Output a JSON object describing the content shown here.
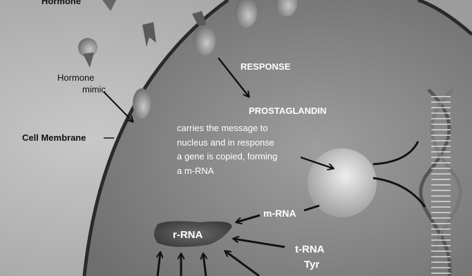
{
  "labels": {
    "hormone": "Hormone",
    "hormone_mimic_line1": "Hormone",
    "hormone_mimic_line2": "mimic",
    "cell_membrane": "Cell Membrane",
    "response": "RESPONSE",
    "prostaglandin": "PROSTAGLANDIN",
    "description": [
      "carries the message to",
      "nucleus and in response",
      "a gene is copied, forming",
      "a m-RNA"
    ],
    "m_rna": "m-RNA",
    "r_rna": "r-RNA",
    "t_rna": "t-RNA",
    "tyr": "Tyr"
  },
  "colors": {
    "outside": "#b4b4b4",
    "cytoplasm": "#8f8f8f",
    "membrane": "#2a2a2a",
    "white_text": "#ffffff"
  }
}
